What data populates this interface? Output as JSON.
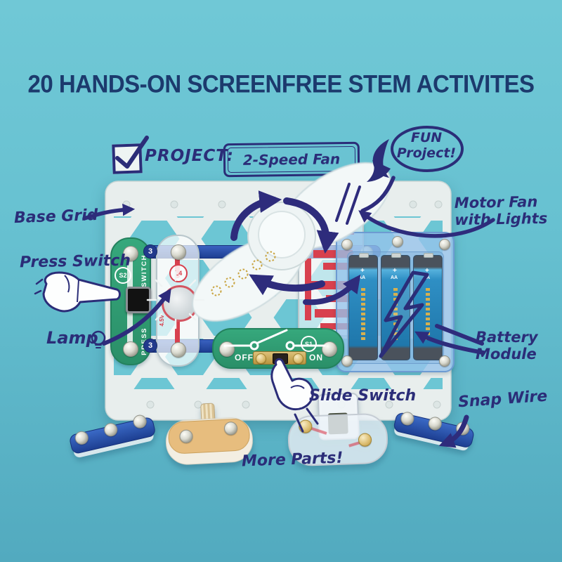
{
  "title": "20 HANDS-ON SCREENFREE STEM ACTIVITES",
  "project": {
    "label": "PROJECT:",
    "name": "2-Speed Fan",
    "bubble": {
      "line1": "FUN",
      "line2": "Project!"
    }
  },
  "callouts": {
    "base_grid": "Base Grid",
    "press_switch": "Press Switch",
    "lamp": "Lamp",
    "motor_fan_line1": "Motor Fan",
    "motor_fan_line2": "with Lights",
    "battery_line1": "Battery",
    "battery_line2": "Module",
    "snap_wire": "Snap Wire",
    "slide_switch": "Slide Switch",
    "more_parts": "More Parts!"
  },
  "board": {
    "press_switch": {
      "id": "S2",
      "word_switch": "SWITCH",
      "word_press": "PRESS"
    },
    "lamp": {
      "id": "L4",
      "voltage": "4.5V"
    },
    "wire_badge": "3",
    "slide_switch": {
      "id": "S1",
      "off": "OFF",
      "on": "ON"
    },
    "battery": {
      "plus": "+",
      "cell": "AA"
    }
  },
  "icons": {
    "checkmark": "checkmark-icon",
    "speech_bubble": "speech-bubble-icon",
    "lightbulb": "lightbulb-icon",
    "pointing_hand": "pointing-hand-icon",
    "lightning": "lightning-bolt-icon",
    "rotation_arrows": "rotation-arrows-icon"
  },
  "colors": {
    "background_top": "#6fc8d6",
    "background_bottom": "#52aabf",
    "ink_navy": "#2b2d78",
    "title_navy": "#1c3a6d",
    "board_white": "#e8eeed",
    "hole_teal": "#6cc6d4",
    "component_green": "#2f9b72",
    "wire_blue": "#1e3f96",
    "battery_blue": "#8fc3e6",
    "accent_red": "#d8404e",
    "gold": "#c9a43f"
  }
}
